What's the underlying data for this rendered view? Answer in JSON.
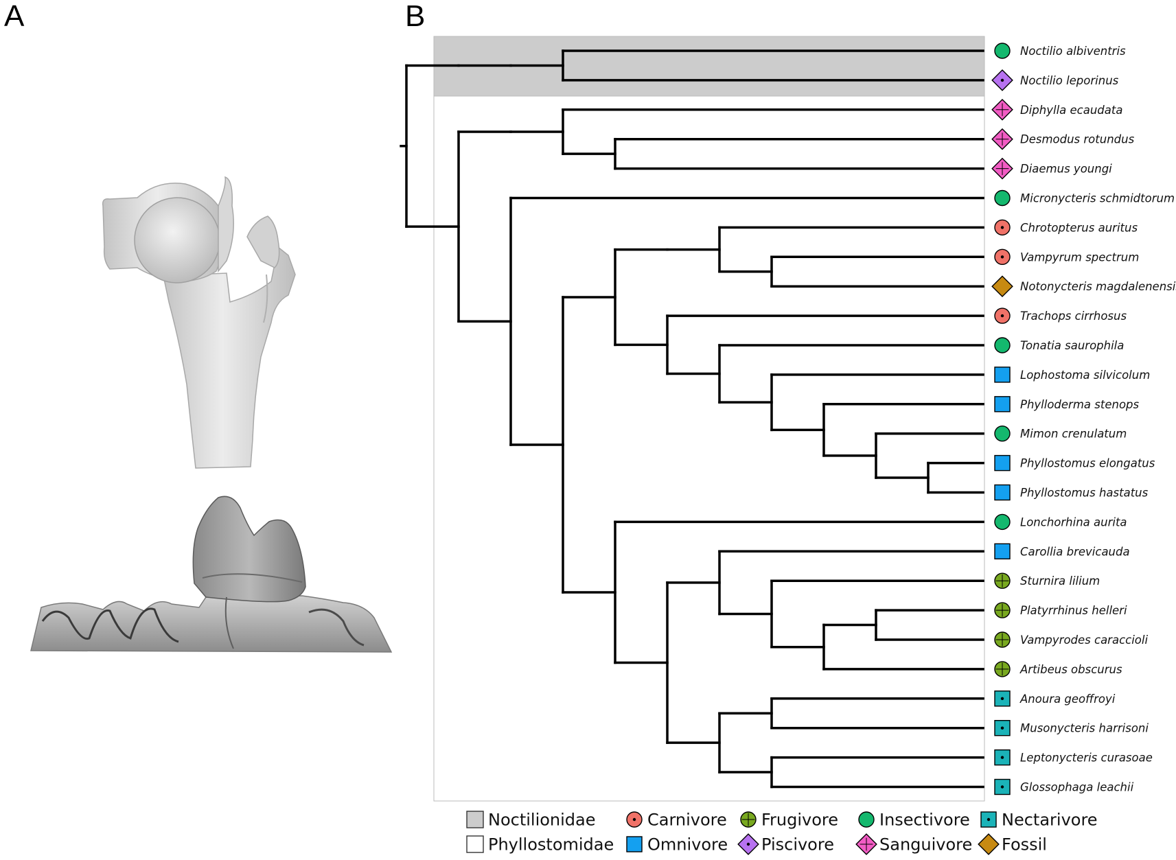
{
  "panels": {
    "a": "A",
    "b": "B"
  },
  "taxa": [
    {
      "name": "Noctilio albiventris",
      "diet": "insectivore"
    },
    {
      "name": "Noctilio leporinus",
      "diet": "piscivore"
    },
    {
      "name": "Diphylla ecaudata",
      "diet": "sanguivore"
    },
    {
      "name": "Desmodus rotundus",
      "diet": "sanguivore"
    },
    {
      "name": "Diaemus youngi",
      "diet": "sanguivore"
    },
    {
      "name": "Micronycteris schmidtorum",
      "diet": "insectivore"
    },
    {
      "name": "Chrotopterus auritus",
      "diet": "carnivore"
    },
    {
      "name": "Vampyrum spectrum",
      "diet": "carnivore"
    },
    {
      "name": "Notonycteris magdalenensis",
      "diet": "fossil"
    },
    {
      "name": "Trachops cirrhosus",
      "diet": "carnivore"
    },
    {
      "name": "Tonatia saurophila",
      "diet": "insectivore"
    },
    {
      "name": "Lophostoma silvicolum",
      "diet": "omnivore"
    },
    {
      "name": "Phylloderma stenops",
      "diet": "omnivore"
    },
    {
      "name": "Mimon crenulatum",
      "diet": "insectivore"
    },
    {
      "name": "Phyllostomus elongatus",
      "diet": "omnivore"
    },
    {
      "name": "Phyllostomus hastatus",
      "diet": "omnivore"
    },
    {
      "name": "Lonchorhina aurita",
      "diet": "insectivore"
    },
    {
      "name": "Carollia brevicauda",
      "diet": "omnivore"
    },
    {
      "name": "Sturnira lilium",
      "diet": "frugivore"
    },
    {
      "name": "Platyrrhinus helleri",
      "diet": "frugivore"
    },
    {
      "name": "Vampyrodes caraccioli",
      "diet": "frugivore"
    },
    {
      "name": "Artibeus obscurus",
      "diet": "frugivore"
    },
    {
      "name": "Anoura geoffroyi",
      "diet": "nectarivore"
    },
    {
      "name": "Musonycteris harrisoni",
      "diet": "nectarivore"
    },
    {
      "name": "Leptonycteris curasoae",
      "diet": "nectarivore"
    },
    {
      "name": "Glossophaga leachii",
      "diet": "nectarivore"
    }
  ],
  "tree": [
    [
      [
        [
          "Noctilio albiventris",
          "Noctilio leporinus"
        ]
      ]
    ],
    [
      [
        [
          "Diphylla ecaudata",
          [
            "Desmodus rotundus",
            "Diaemus youngi"
          ]
        ]
      ],
      [
        "Micronycteris schmidtorum",
        [
          [
            [
              [
                "Chrotopterus auritus",
                [
                  "Vampyrum spectrum",
                  "Notonycteris magdalenensis"
                ]
              ]
            ],
            [
              "Trachops cirrhosus",
              [
                "Tonatia saurophila",
                [
                  "Lophostoma silvicolum",
                  [
                    "Phylloderma stenops",
                    [
                      "Mimon crenulatum",
                      [
                        "Phyllostomus elongatus",
                        "Phyllostomus hastatus"
                      ]
                    ]
                  ]
                ]
              ]
            ]
          ],
          [
            "Lonchorhina aurita",
            [
              [
                "Carollia brevicauda",
                [
                  "Sturnira lilium",
                  [
                    [
                      "Platyrrhinus helleri",
                      "Vampyrodes caraccioli"
                    ],
                    "Artibeus obscurus"
                  ]
                ]
              ],
              [
                [
                  "Anoura geoffroyi",
                  "Musonycteris harrisoni"
                ],
                [
                  "Leptonycteris curasoae",
                  "Glossophaga leachii"
                ]
              ]
            ]
          ]
        ]
      ]
    ]
  ],
  "families": [
    {
      "key": "noctilionidae",
      "label": "Noctilionidae",
      "color": "#cccccc"
    },
    {
      "key": "phyllostomidae",
      "label": "Phyllostomidae",
      "color": "#ffffff"
    }
  ],
  "diets": {
    "carnivore": {
      "label": "Carnivore",
      "shape": "circle",
      "color": "#f07268",
      "mark": "dot"
    },
    "frugivore": {
      "label": "Frugivore",
      "shape": "circle",
      "color": "#79a920",
      "mark": "plus"
    },
    "insectivore": {
      "label": "Insectivore",
      "shape": "circle",
      "color": "#14b86e",
      "mark": "none"
    },
    "nectarivore": {
      "label": "Nectarivore",
      "shape": "square",
      "color": "#1bb3b8",
      "mark": "dot"
    },
    "omnivore": {
      "label": "Omnivore",
      "shape": "square",
      "color": "#14a0f0",
      "mark": "none"
    },
    "piscivore": {
      "label": "Piscivore",
      "shape": "diamond",
      "color": "#b772f0",
      "mark": "dot"
    },
    "sanguivore": {
      "label": "Sanguivore",
      "shape": "diamond",
      "color": "#f25cc4",
      "mark": "plus"
    },
    "fossil": {
      "label": "Fossil",
      "shape": "diamond",
      "color": "#c78a12",
      "mark": "none"
    }
  },
  "legend_rows": [
    [
      "noctilionidae",
      "carnivore",
      "frugivore",
      "insectivore",
      "nectarivore"
    ],
    [
      "phyllostomidae",
      "omnivore",
      "piscivore",
      "sanguivore",
      "fossil"
    ]
  ],
  "images": [
    {
      "subject": "bone-3d-render",
      "color": "#d8d8d8"
    },
    {
      "subject": "jaw-3d-render",
      "color": "#b0b0b0"
    }
  ]
}
